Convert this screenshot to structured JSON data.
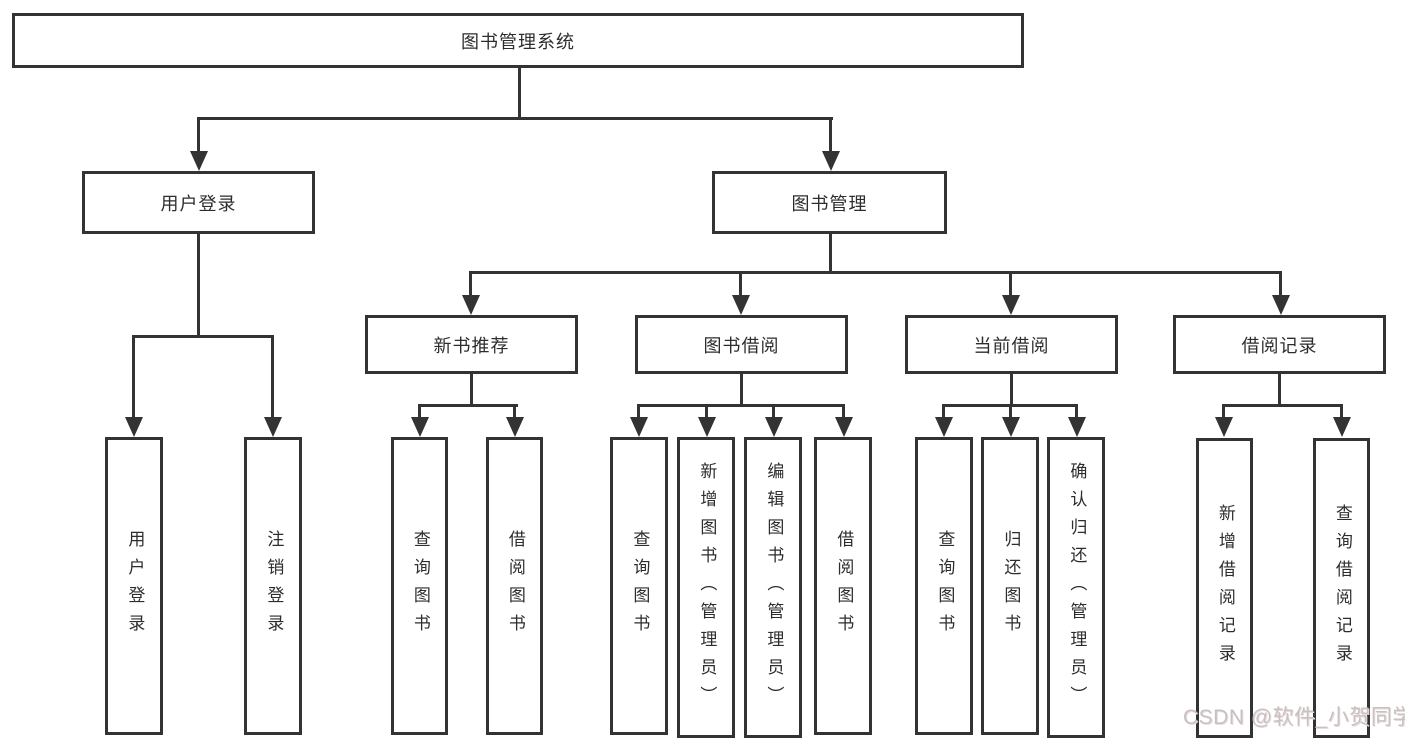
{
  "nodes": {
    "root": "图书管理系统",
    "level2": [
      "用户登录",
      "图书管理"
    ],
    "level3": [
      "新书推荐",
      "图书借阅",
      "当前借阅",
      "借阅记录"
    ],
    "leaves": [
      "用户登录",
      "注销登录",
      "查询图书",
      "借阅图书",
      "查询图书",
      "新增图书（管理员）",
      "编辑图书（管理员）",
      "借阅图书",
      "查询图书",
      "归还图书",
      "确认归还（管理员）",
      "新增借阅记录",
      "查询借阅记录"
    ]
  },
  "watermark": "CSDN @软件_小贺同学",
  "colors": {
    "line": "#333333",
    "text": "#2d2d2d",
    "watermark": "#c9c0c1",
    "background": "#ffffff"
  }
}
